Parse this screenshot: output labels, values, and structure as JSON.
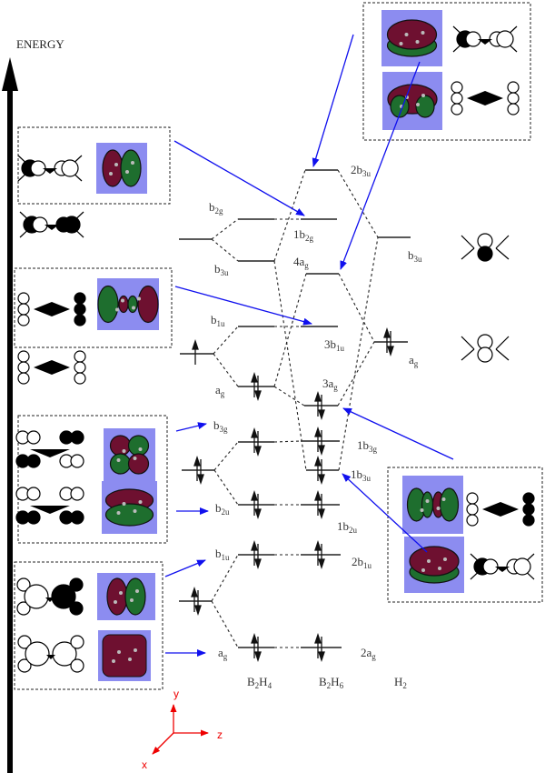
{
  "axis": {
    "label": "ENERGY"
  },
  "columns": [
    {
      "id": "b2h4",
      "formula": "B",
      "sub1": "2",
      "mid": "H",
      "sub2": "4"
    },
    {
      "id": "b2h6",
      "formula": "B",
      "sub1": "2",
      "mid": "H",
      "sub2": "6"
    },
    {
      "id": "h2",
      "formula": "H",
      "sub1": "2",
      "mid": "",
      "sub2": ""
    }
  ],
  "fragment_levels": {
    "b2h4": [
      {
        "name": "b2g",
        "main": "b",
        "sub": "2g",
        "electrons": 0
      },
      {
        "name": "b3u",
        "main": "b",
        "sub": "3u",
        "electrons": 0
      },
      {
        "name": "b1u",
        "main": "b",
        "sub": "1u",
        "electrons": 0
      },
      {
        "name": "ag",
        "main": "a",
        "sub": "g",
        "electrons": 2
      },
      {
        "name": "b3g",
        "main": "b",
        "sub": "3g",
        "electrons": 2
      },
      {
        "name": "b2u",
        "main": "b",
        "sub": "2u",
        "electrons": 2
      },
      {
        "name": "b1u-low",
        "main": "b",
        "sub": "1u",
        "electrons": 2
      },
      {
        "name": "ag-low",
        "main": "a",
        "sub": "g",
        "electrons": 2
      }
    ],
    "h2": [
      {
        "name": "b3u",
        "main": "b",
        "sub": "3u",
        "electrons": 0
      },
      {
        "name": "ag",
        "main": "a",
        "sub": "g",
        "electrons": 2
      }
    ]
  },
  "b2h6_levels": [
    {
      "name": "2b3u",
      "main": "2b",
      "sub": "3u",
      "electrons": 0
    },
    {
      "name": "1b2g",
      "main": "1b",
      "sub": "2g",
      "electrons": 0
    },
    {
      "name": "4ag",
      "main": "4a",
      "sub": "g",
      "electrons": 0
    },
    {
      "name": "3b1u",
      "main": "3b",
      "sub": "1u",
      "electrons": 0
    },
    {
      "name": "3ag",
      "main": "3a",
      "sub": "g",
      "electrons": 2
    },
    {
      "name": "1b3g",
      "main": "1b",
      "sub": "3g",
      "electrons": 2
    },
    {
      "name": "1b3u",
      "main": "1b",
      "sub": "3u",
      "electrons": 2
    },
    {
      "name": "1b2u",
      "main": "1b",
      "sub": "2u",
      "electrons": 2
    },
    {
      "name": "2b1u",
      "main": "2b",
      "sub": "1u",
      "electrons": 2
    },
    {
      "name": "2ag",
      "main": "2a",
      "sub": "g",
      "electrons": 2
    }
  ],
  "bh2_fragment": {
    "upper_electrons": 1,
    "lower_electrons": 2
  },
  "coordinate_axes": {
    "y": "y",
    "z": "z",
    "x": "x"
  },
  "colors": {
    "arrow": "#1010ee",
    "axes": "#ee0000",
    "orbital_bg": "#8c8cf0",
    "lobe_red": "#6e1030",
    "lobe_green": "#1e6e2e"
  }
}
